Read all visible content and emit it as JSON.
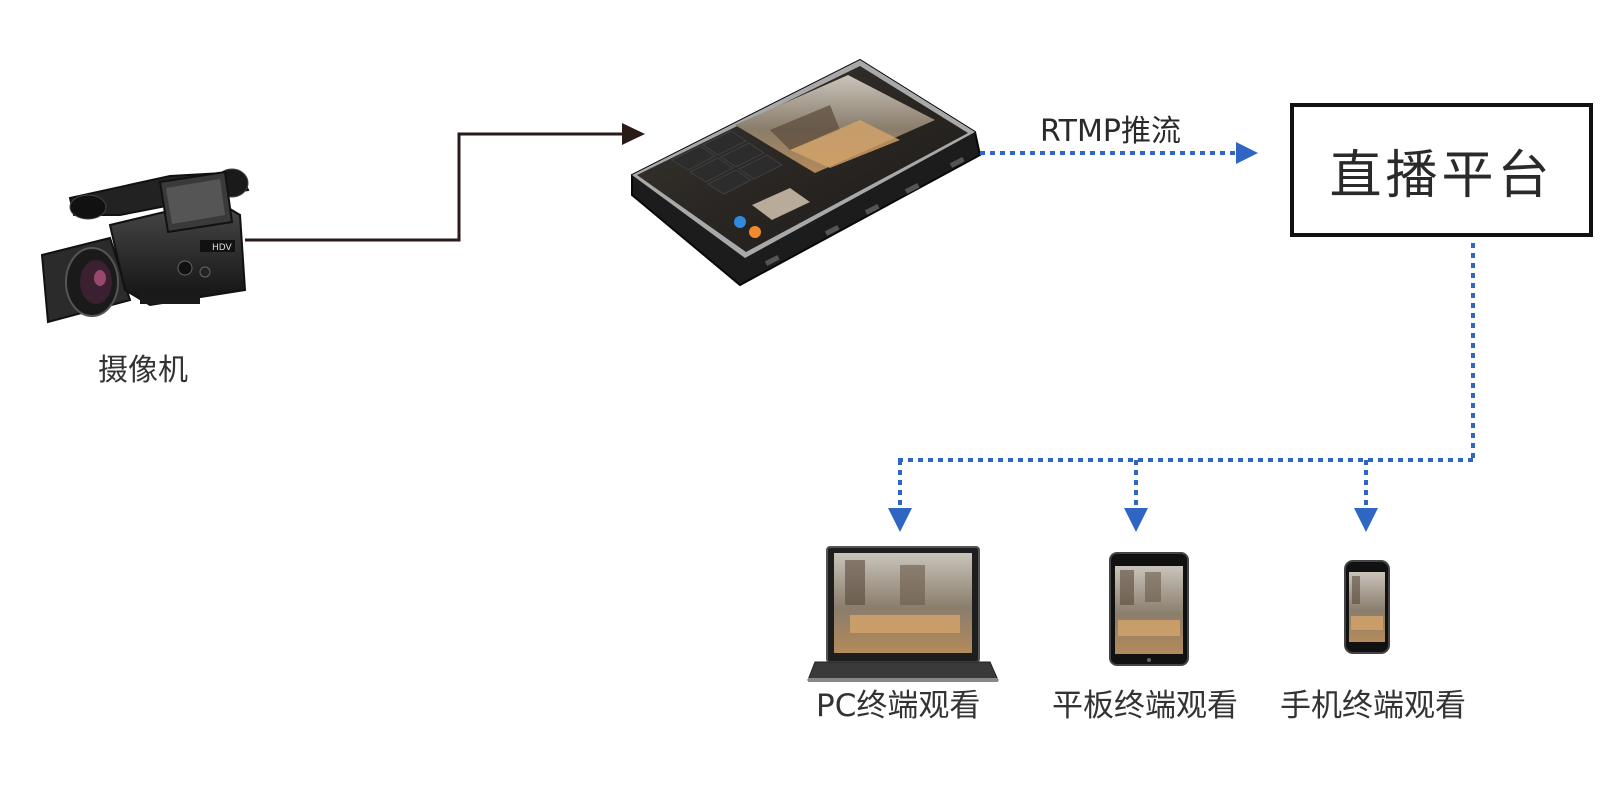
{
  "camera": {
    "label": "摄像机",
    "brand": "HDV"
  },
  "encoder": {
    "stream_label": "RTMP推流"
  },
  "platform": {
    "label": "直播平台"
  },
  "viewers": [
    {
      "label": "PC终端观看"
    },
    {
      "label": "平板终端观看"
    },
    {
      "label": "手机终端观看"
    }
  ],
  "colors": {
    "dotted_line": "#2f66c4",
    "solid_line": "#2a1a18",
    "box_border": "#111111"
  }
}
